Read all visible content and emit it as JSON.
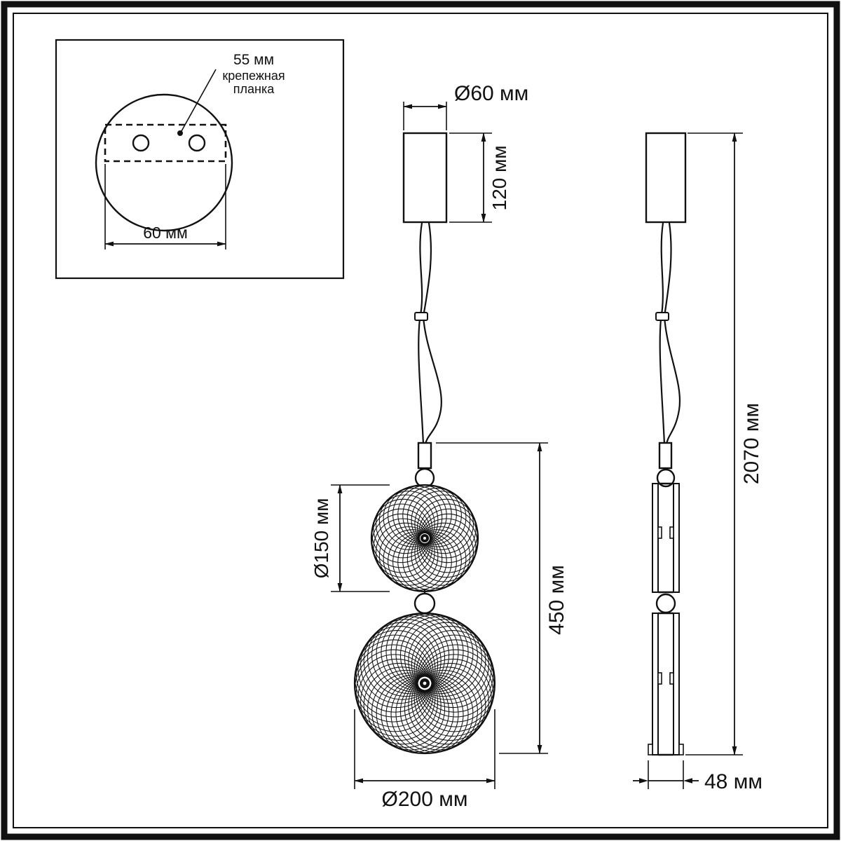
{
  "drawing": {
    "inset": {
      "hole_spacing_label": "55 мм",
      "bracket_line1": "крепежная",
      "bracket_line2": "планка",
      "plate_width_label": "60 мм"
    },
    "front": {
      "canopy_diameter": "Ø60 мм",
      "canopy_height": "120 мм",
      "upper_disc_diameter": "Ø150 мм",
      "body_height": "450 мм",
      "lower_disc_diameter": "Ø200 мм"
    },
    "side": {
      "total_length": "2070 мм",
      "depth": "48 мм"
    }
  }
}
